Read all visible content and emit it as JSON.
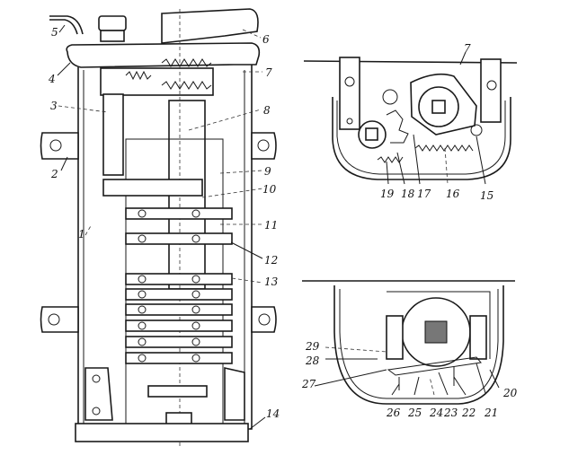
{
  "figure": {
    "type": "technical-drawing",
    "views": {
      "main": {
        "description": "Front sectional view of controller assembly"
      },
      "top_right": {
        "description": "Top section with gear sector and pawl mechanism"
      },
      "bottom_right": {
        "description": "Bottom section with cam drum and contact mechanism"
      }
    },
    "callouts": {
      "c1": "1",
      "c2": "2",
      "c3": "3",
      "c4": "4",
      "c5": "5",
      "c6": "6",
      "c7": "7",
      "c8": "8",
      "c9": "9",
      "c10": "10",
      "c11": "11",
      "c12": "12",
      "c13": "13",
      "c14": "14",
      "c7b": "7",
      "c15": "15",
      "c16": "16",
      "c17": "17",
      "c18": "18",
      "c19": "19",
      "c20": "20",
      "c21": "21",
      "c22": "22",
      "c23": "23",
      "c24": "24",
      "c25": "25",
      "c26": "26",
      "c27": "27",
      "c28": "28",
      "c29": "29"
    }
  }
}
